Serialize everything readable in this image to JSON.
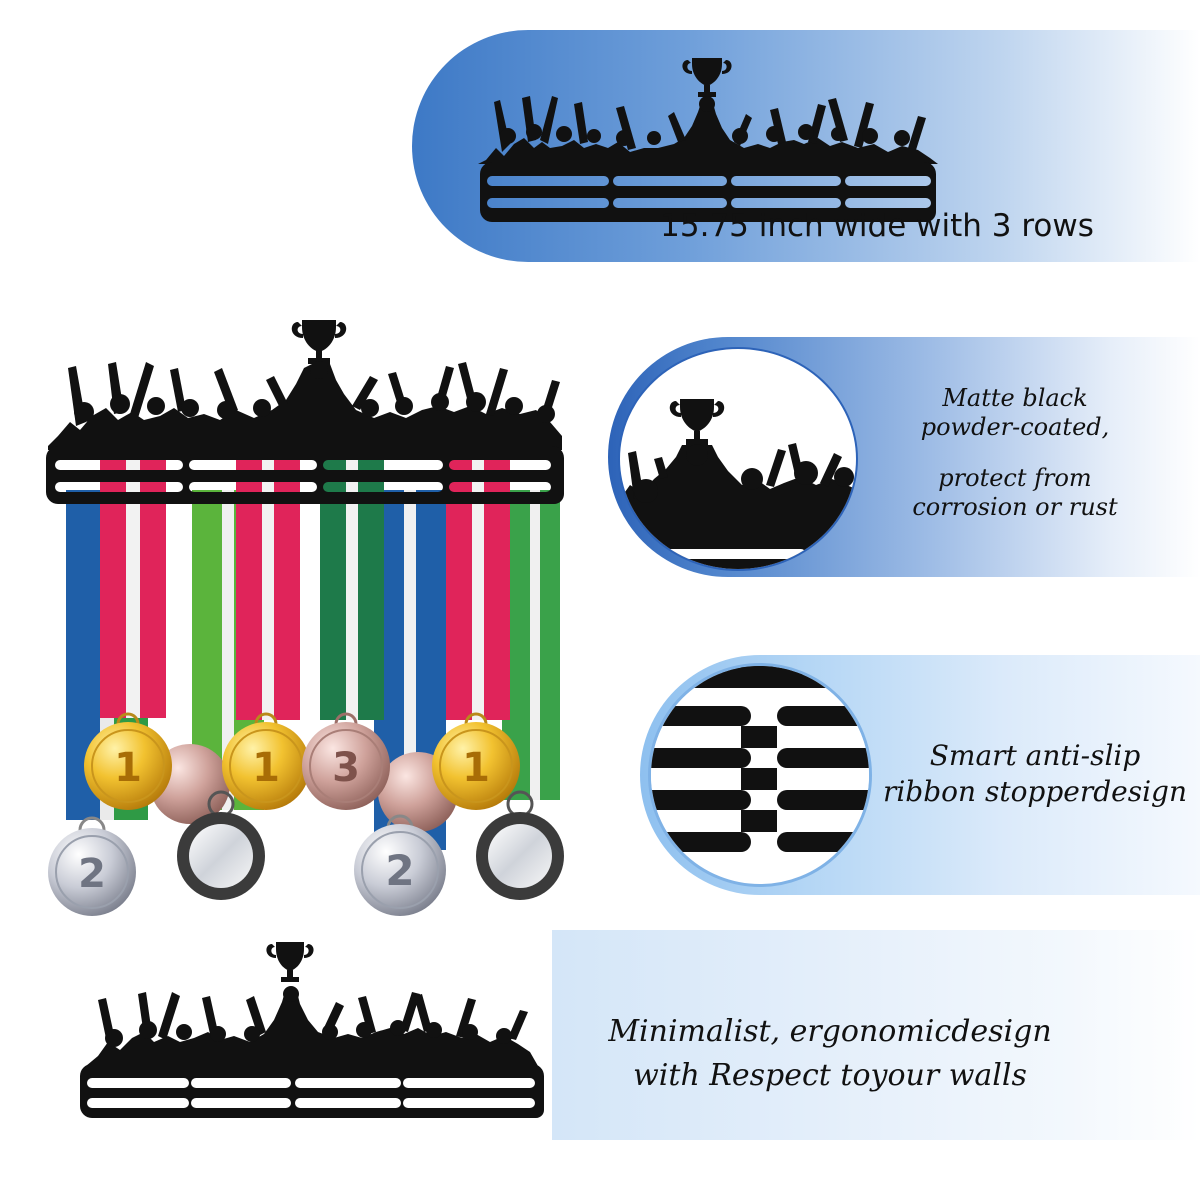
{
  "captions": {
    "rows": "15.75 inch wide with 3 rows",
    "finish_line1": "Matte black",
    "finish_line2": "powder-coated,",
    "finish_line3": "protect from",
    "finish_line4": "corrosion or rust",
    "antislip_line1": "Smart anti-slip",
    "antislip_line2": "ribbon stopperdesign",
    "design_line1": "Minimalist, ergonomicdesign",
    "design_line2": "with Respect toyour walls"
  },
  "medals": {
    "gold": "1",
    "silver": "2",
    "bronze": "3"
  },
  "colors": {
    "accent_blue": "#3d79c6",
    "hanger_black": "#111111",
    "gold": "#e8b21a",
    "silver": "#b8bcc8",
    "bronze": "#c99a92",
    "ribbon_red": "#e0245a",
    "ribbon_blue": "#1f5fa8",
    "ribbon_green": "#2f9a45"
  },
  "icons": [
    "trophy-icon",
    "celebrating-crowd-icon",
    "ribbon-slot-icon",
    "medal-icon"
  ]
}
